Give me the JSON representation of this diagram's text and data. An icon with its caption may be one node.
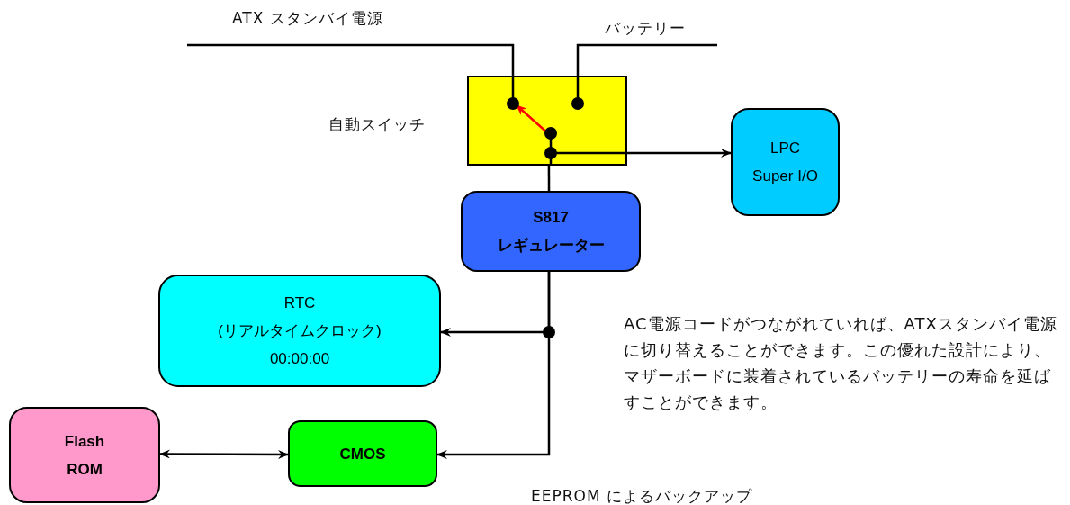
{
  "diagram": {
    "nodes": [
      {
        "text": [],
        "shape": "box",
        "beside": [
          "自動スイッチ"
        ]
      },
      {
        "text": [
          "LPC Super I/O"
        ]
      },
      {
        "text": [
          "S817 レギュレーター"
        ]
      },
      {
        "text": [
          "RTC (リアルタイムクロック) 00:00:00"
        ]
      },
      {
        "text": [
          "Flash ROM"
        ]
      },
      {
        "text": [
          "CMOS"
        ]
      }
    ],
    "edges": [
      {
        "from": null,
        "to": 0,
        "arrow": "none"
      },
      {
        "from": null,
        "to": 0,
        "arrow": "none"
      },
      {
        "from": 0,
        "to": 1,
        "arrow": "to"
      },
      {
        "from": 0,
        "to": 2,
        "arrow": "none"
      },
      {
        "from": 2,
        "to": 3,
        "arrow": "to"
      },
      {
        "from": 2,
        "to": 5,
        "arrow": "to"
      },
      {
        "from": 4,
        "to": 5,
        "arrow": "both"
      }
    ],
    "labels": [
      "ATX スタンバイ電源",
      "バッテリー",
      "AC電源コードがつながれていれば、ATXスタンバイ電源に切り替えることができます。この優れた設計により、マザーボードに装着されているバッテリーの寿命を延ばすことができます。",
      "EEPROM によるバックアップ"
    ]
  }
}
